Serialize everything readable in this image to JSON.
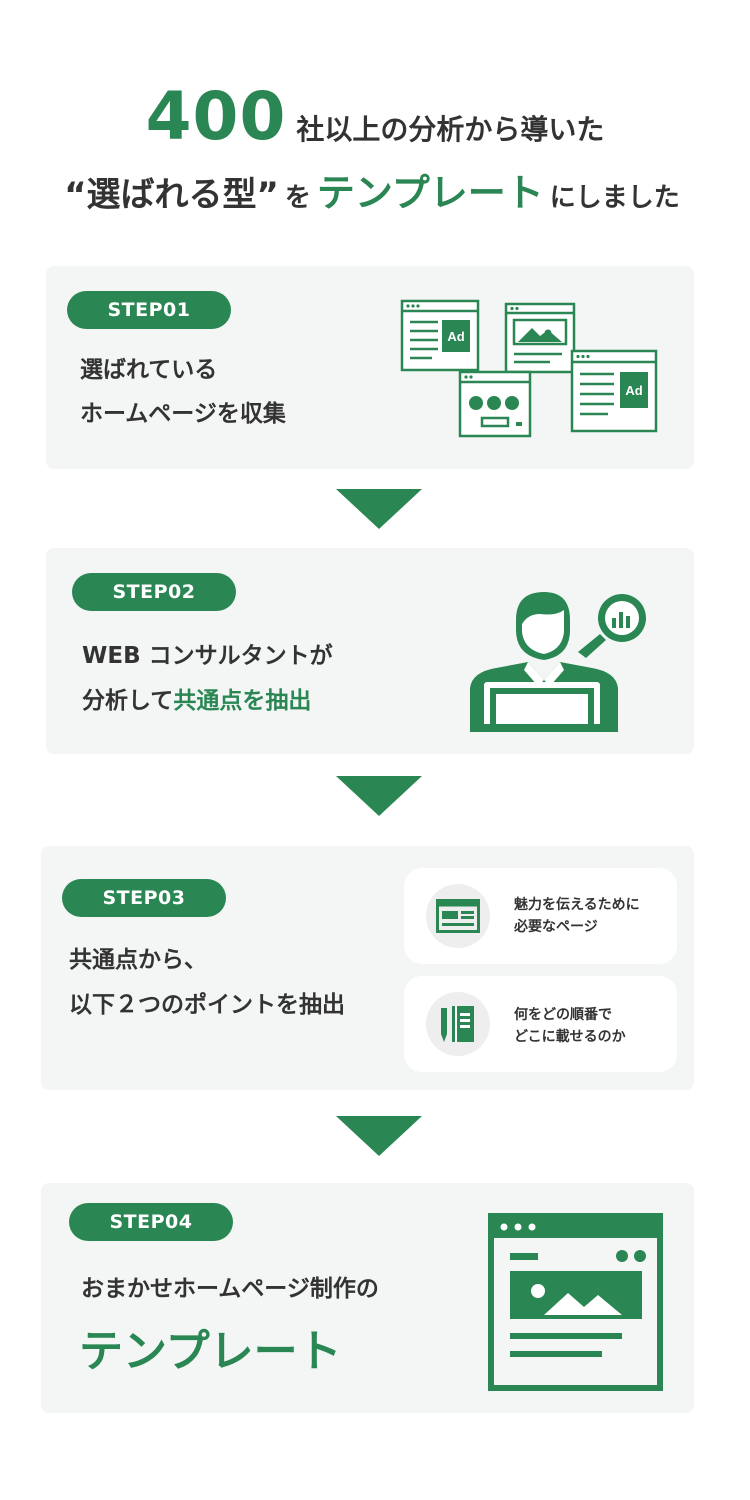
{
  "header": {
    "line1_number": "400",
    "line1_text": "社以上の分析から導いた",
    "line2_quote": "“選ばれる型”",
    "line2_connector": "を",
    "line2_highlight": "テンプレート",
    "line2_suffix": "にしました"
  },
  "steps": [
    {
      "label": "STEP01",
      "line1": "選ばれている",
      "line2": "ホームページを収集",
      "icon": "browser-windows-icon",
      "ad_label": "Ad"
    },
    {
      "label": "STEP02",
      "line1": "WEB コンサルタントが",
      "line2_prefix": "分析して",
      "line2_highlight": "共通点を抽出",
      "icon": "consultant-icon"
    },
    {
      "label": "STEP03",
      "line1": "共通点から、",
      "line2": "以下２つのポイントを抽出",
      "points": [
        {
          "icon": "webpage-icon",
          "line1": "魅力を伝えるために",
          "line2": "必要なページ"
        },
        {
          "icon": "notebook-pen-icon",
          "line1": "何をどの順番で",
          "line2": "どこに載せるのか"
        }
      ]
    },
    {
      "label": "STEP04",
      "line1": "おまかせホームページ制作の",
      "big": "テンプレート",
      "icon": "template-page-icon"
    }
  ],
  "colors": {
    "accent": "#2a8653",
    "card_bg": "#f3f6f4",
    "text": "#333333"
  }
}
